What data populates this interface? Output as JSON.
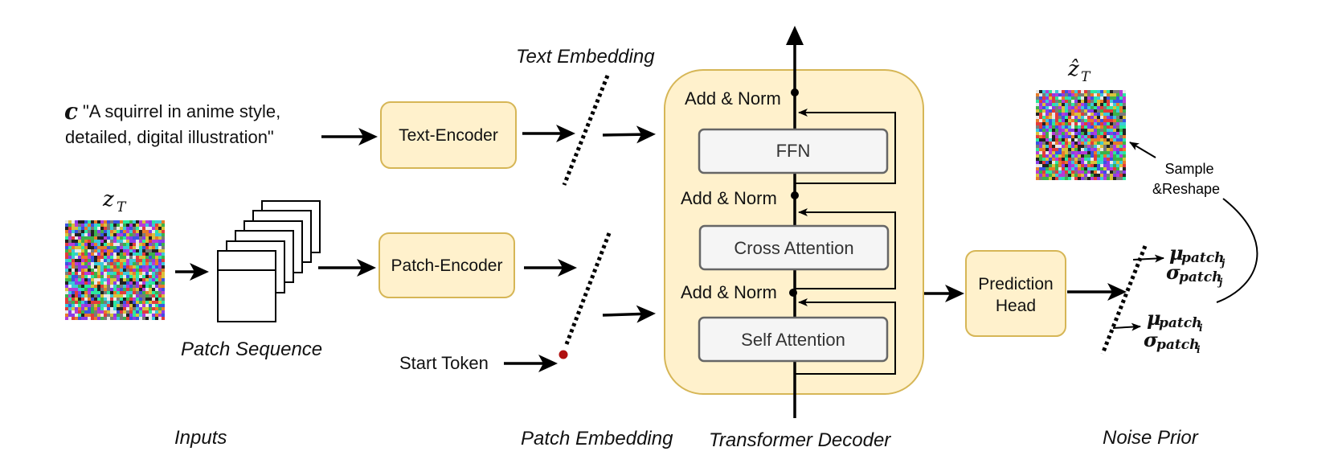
{
  "inputs": {
    "caption": "Inputs",
    "text_symbol": "c",
    "text_prompt_line1": "\"A squirrel in anime style,",
    "text_prompt_line2": "detailed, digital illustration\"",
    "noise_latent_label": "z",
    "noise_latent_subscript": "T",
    "patch_sequence_label": "Patch Sequence"
  },
  "encoders": {
    "text_encoder": "Text-Encoder",
    "patch_encoder": "Patch-Encoder"
  },
  "embeddings": {
    "text_embedding": "Text Embedding",
    "patch_embedding": "Patch Embedding",
    "start_token": "Start Token",
    "start_token_color": "#b01010"
  },
  "decoder": {
    "caption": "Transformer Decoder",
    "ffn": "FFN",
    "cross_attention": "Cross Attention",
    "self_attention": "Self Attention",
    "add_norm_top": "Add & Norm",
    "add_norm_mid": "Add & Norm",
    "add_norm_bottom": "Add & Norm"
  },
  "head": {
    "line1": "Prediction",
    "line2": "Head"
  },
  "noise_prior": {
    "caption": "Noise Prior",
    "output_label": "ẑ",
    "output_subscript": "T",
    "sample_line1": "Sample",
    "sample_line2": "&Reshape",
    "mu": "μ",
    "sigma": "σ",
    "patch_j": "patch",
    "sub_j": "j",
    "patch_i": "patch",
    "sub_i": "i"
  },
  "colors": {
    "box_fill": "#fff1cc",
    "box_stroke": "#d6b656",
    "inner_fill": "#f5f5f5",
    "inner_stroke": "#666666"
  }
}
